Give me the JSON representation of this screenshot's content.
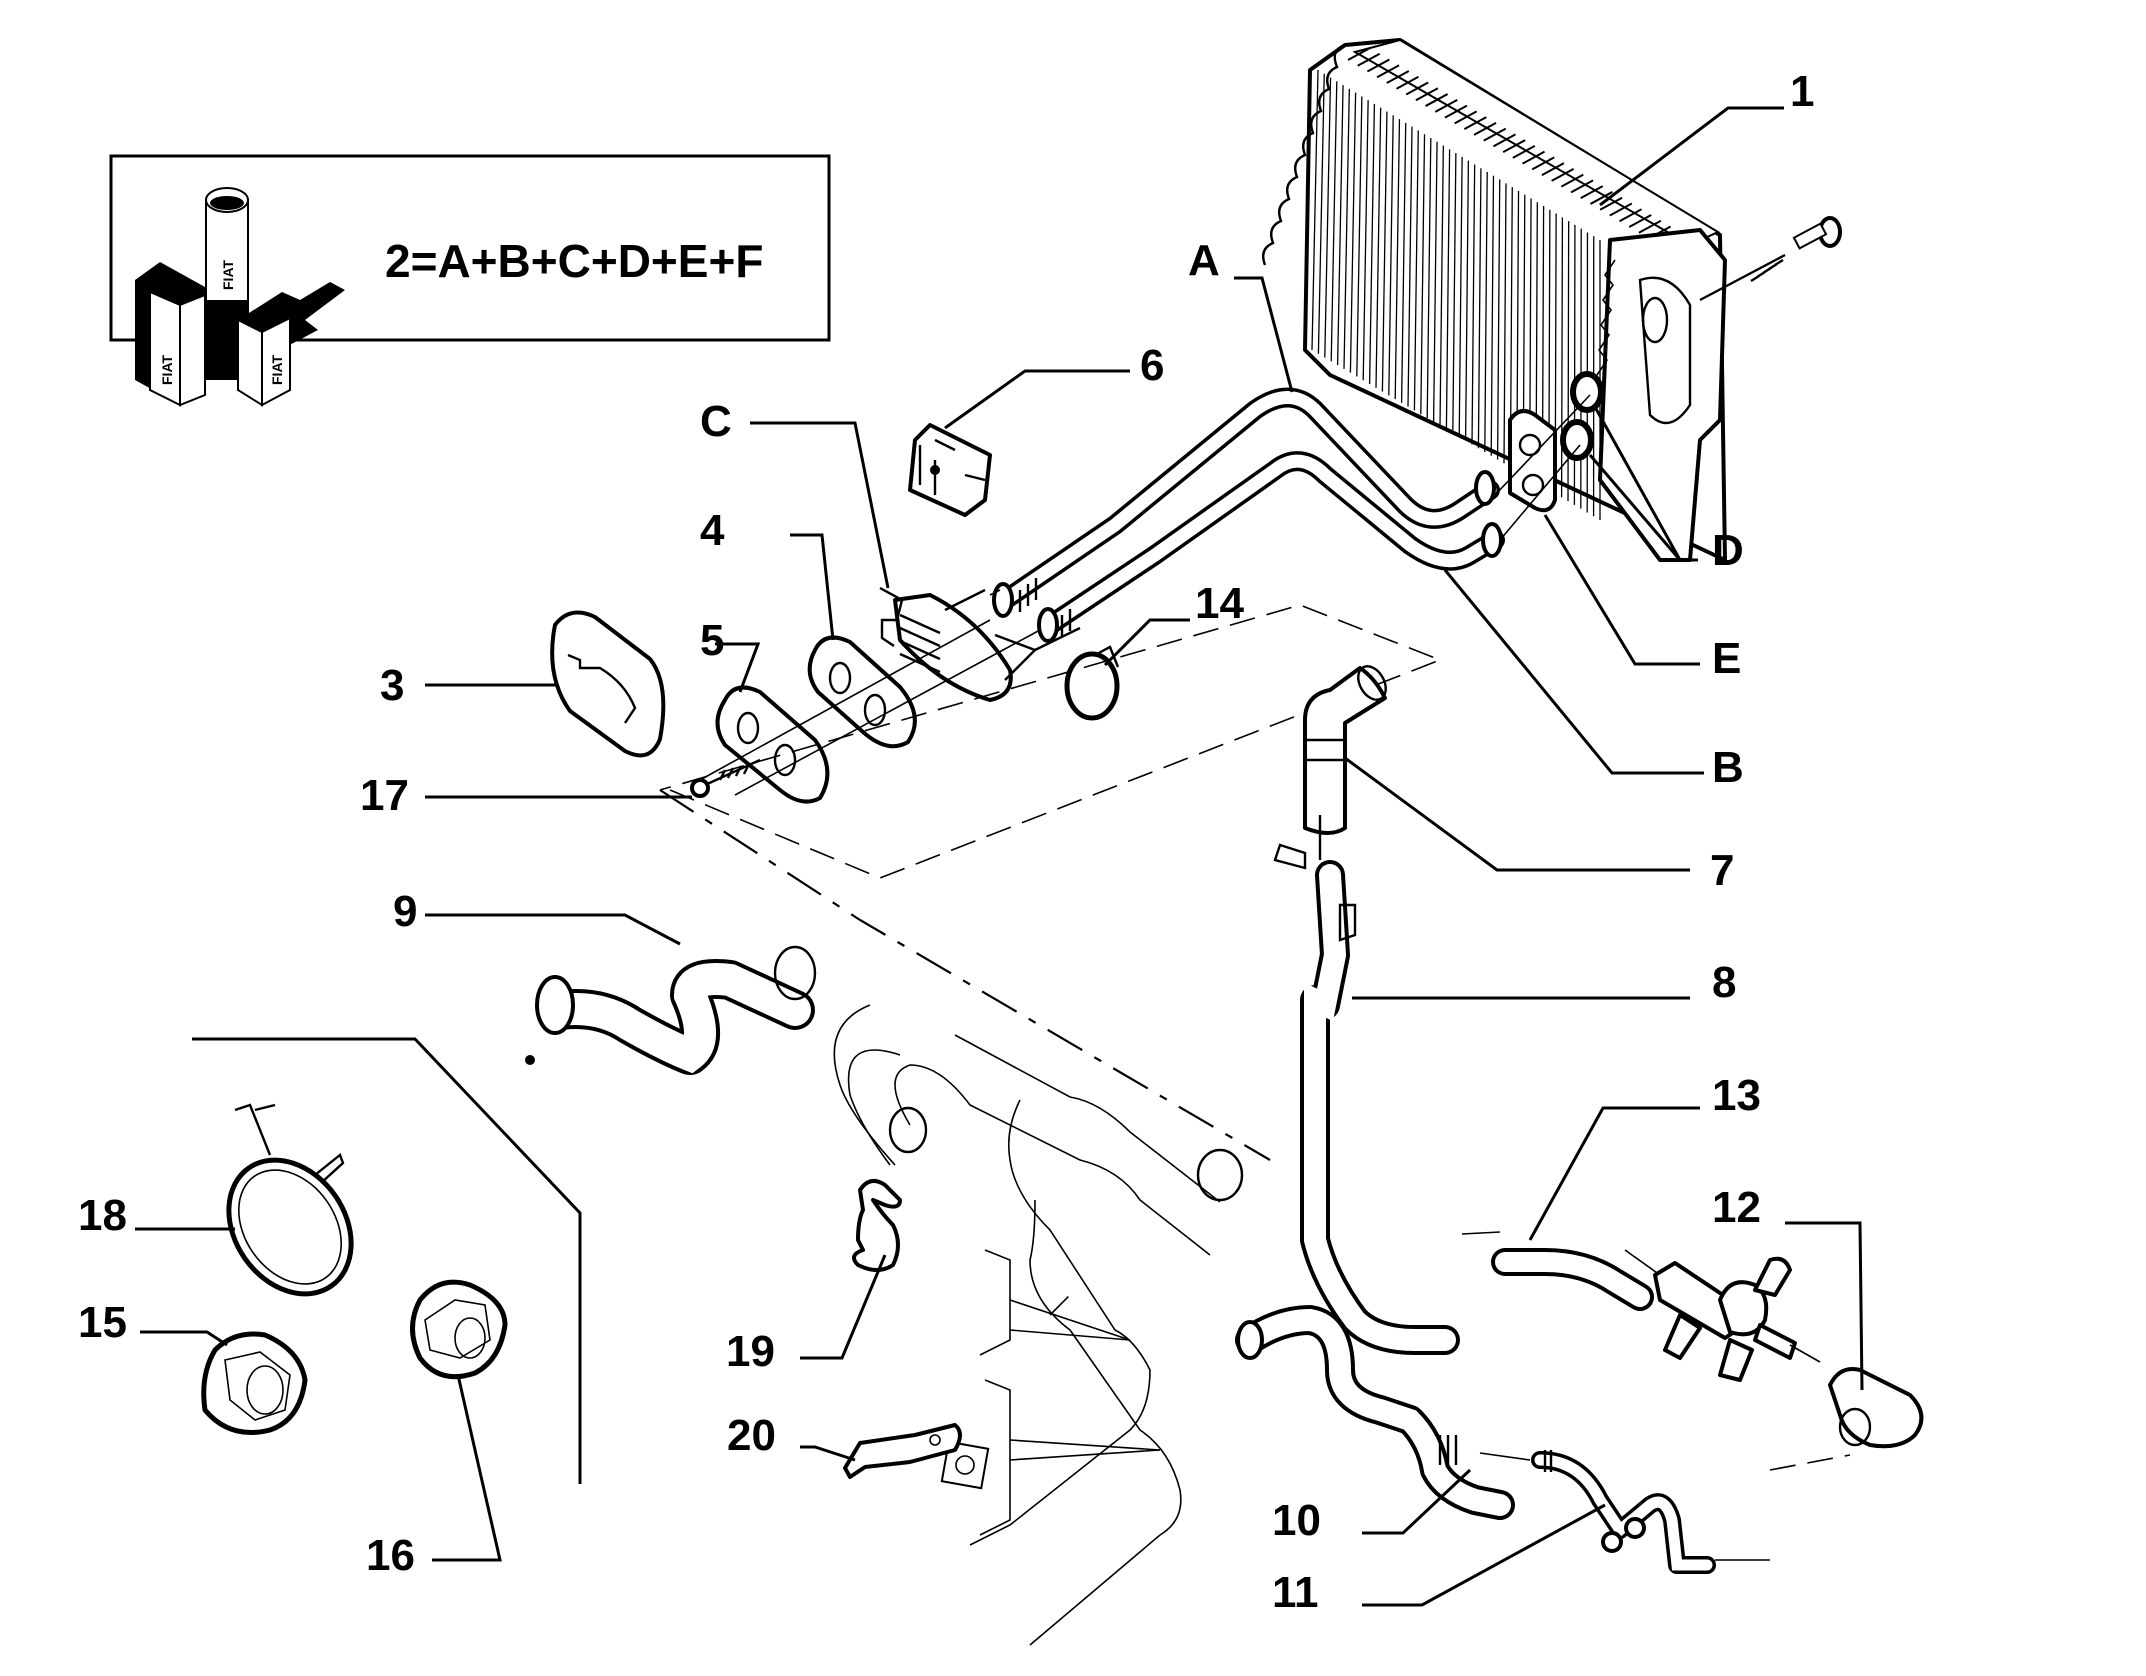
{
  "diagram": {
    "title": "Heater radiator and coolant hoses exploded view",
    "kit_box": {
      "formula": "2=A+B+C+D+E+F",
      "kit_icon": "fiat-parts-kit-icon",
      "brand_marks": [
        "FIAT",
        "FIAT",
        "FIAT"
      ]
    },
    "callouts": [
      {
        "id": "1",
        "label": "1",
        "part": "heater radiator"
      },
      {
        "id": "A",
        "label": "A",
        "part": "upper pipe"
      },
      {
        "id": "6",
        "label": "6",
        "part": "pipe support block"
      },
      {
        "id": "C",
        "label": "C",
        "part": "pipe flange connector"
      },
      {
        "id": "4",
        "label": "4",
        "part": "gasket"
      },
      {
        "id": "5",
        "label": "5",
        "part": "plate"
      },
      {
        "id": "3",
        "label": "3",
        "part": "cover seal"
      },
      {
        "id": "14",
        "label": "14",
        "part": "hose clamp"
      },
      {
        "id": "17",
        "label": "17",
        "part": "screw"
      },
      {
        "id": "D",
        "label": "D",
        "part": "o-rings"
      },
      {
        "id": "E",
        "label": "E",
        "part": "flange plate"
      },
      {
        "id": "B",
        "label": "B",
        "part": "lower pipe"
      },
      {
        "id": "7",
        "label": "7",
        "part": "elbow connector"
      },
      {
        "id": "8",
        "label": "8",
        "part": "hose"
      },
      {
        "id": "9",
        "label": "9",
        "part": "hose"
      },
      {
        "id": "13",
        "label": "13",
        "part": "hose"
      },
      {
        "id": "12",
        "label": "12",
        "part": "hose"
      },
      {
        "id": "18",
        "label": "18",
        "part": "clamp"
      },
      {
        "id": "15",
        "label": "15",
        "part": "flange nut"
      },
      {
        "id": "16",
        "label": "16",
        "part": "flange nut"
      },
      {
        "id": "19",
        "label": "19",
        "part": "bracket clip"
      },
      {
        "id": "20",
        "label": "20",
        "part": "bracket"
      },
      {
        "id": "10",
        "label": "10",
        "part": "hose"
      },
      {
        "id": "11",
        "label": "11",
        "part": "pipe"
      }
    ],
    "colors": {
      "ink": "#000000",
      "background": "#ffffff"
    }
  }
}
